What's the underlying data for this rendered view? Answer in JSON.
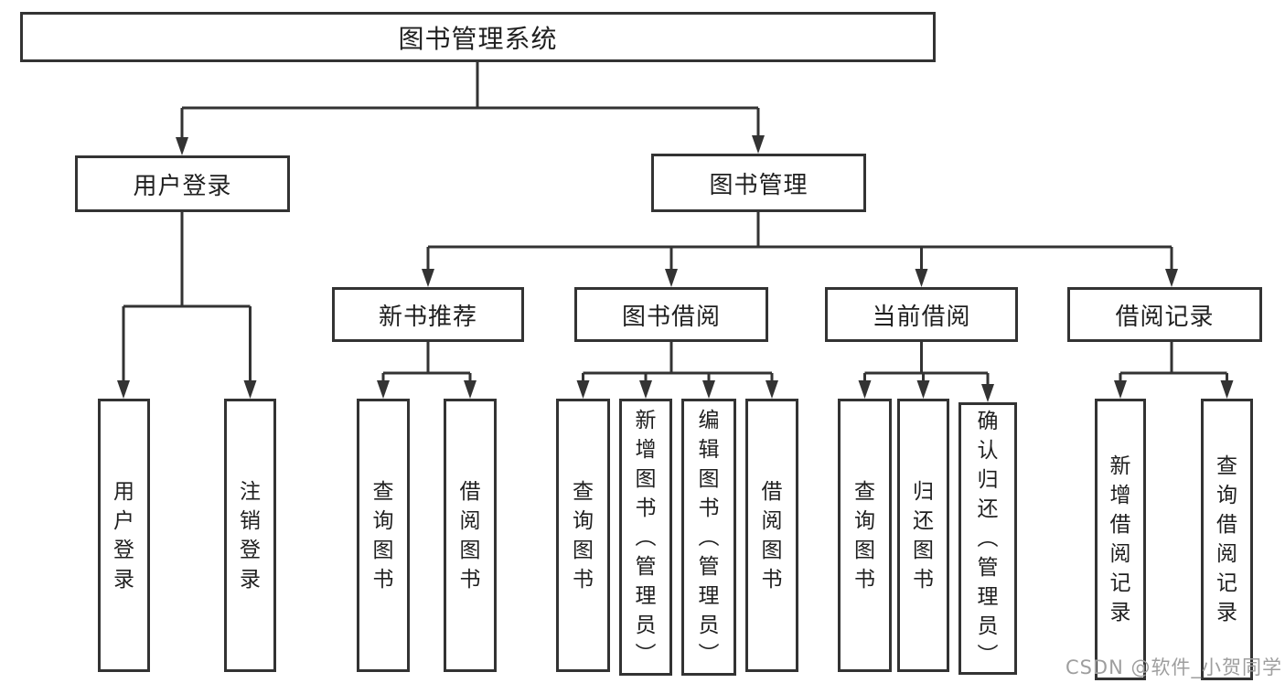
{
  "colors": {
    "background": "#ffffff",
    "line": "#333333",
    "box_border": "#333333",
    "text": "#1f1f1f",
    "watermark": "#9e9e9e"
  },
  "watermark": {
    "text": "CSDN @软件_小贺同学"
  },
  "tree": {
    "root": {
      "label": "图书管理系统"
    },
    "branches": [
      {
        "label": "用户登录",
        "leaves": [
          {
            "label": "用户登录"
          },
          {
            "label": "注销登录"
          }
        ]
      },
      {
        "label": "图书管理",
        "children": [
          {
            "label": "新书推荐",
            "leaves": [
              {
                "label": "查询图书"
              },
              {
                "label": "借阅图书"
              }
            ]
          },
          {
            "label": "图书借阅",
            "leaves": [
              {
                "label": "查询图书"
              },
              {
                "label": "新增图书（管理员）"
              },
              {
                "label": "编辑图书（管理员）"
              },
              {
                "label": "借阅图书"
              }
            ]
          },
          {
            "label": "当前借阅",
            "leaves": [
              {
                "label": "查询图书"
              },
              {
                "label": "归还图书"
              },
              {
                "label": "确认归还（管理员）"
              }
            ]
          },
          {
            "label": "借阅记录",
            "leaves": [
              {
                "label": "新增借阅记录"
              },
              {
                "label": "查询借阅记录"
              }
            ]
          }
        ]
      }
    ]
  }
}
